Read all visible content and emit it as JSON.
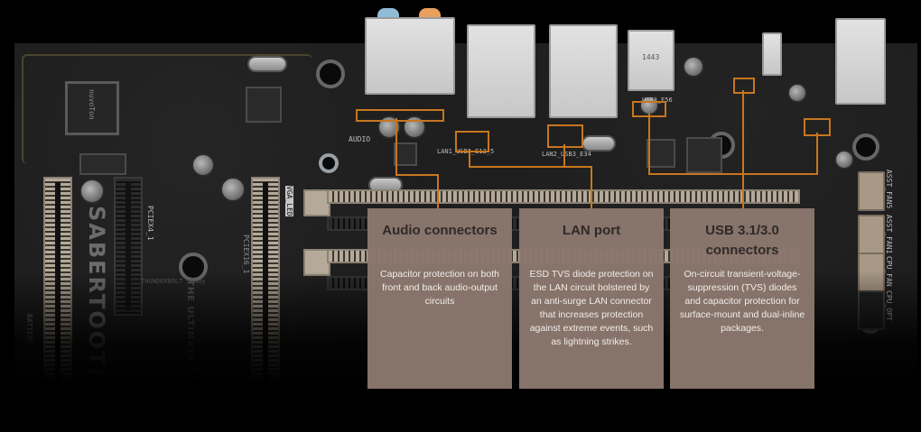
{
  "board": {
    "brand_text": "SABERTOOTH",
    "tagline": "THE ULTIMATE FORCE",
    "silkscreen": {
      "audio": "AUDIO",
      "lan1": "LAN1_USB3_E12_5",
      "lan2": "LAN2_USB3_E34",
      "usb3": "USB3_E56",
      "pcie_x4": "PCIEX4_1",
      "pcie_x16": "PCIEX16_1",
      "vga_led": "VGA_LED",
      "battery": "BATTERY",
      "usb_port_label": "1443",
      "fan_headers": [
        "ASST_FAN5",
        "ASST_FAN1",
        "CPU_FAN",
        "CPU_OPT"
      ],
      "chip_brand": "nuvoTon",
      "thunderbolt": "THUNDERBOLT ready"
    },
    "accent_color": "#c7761f"
  },
  "features": [
    {
      "title": "Audio connectors",
      "description": "Capacitor protection on both front and back audio-output circuits"
    },
    {
      "title": "LAN port",
      "description": "ESD TVS diode protection on the LAN circuit bolstered by an anti-surge LAN connector that increases protection against extreme events, such as lightning strikes."
    },
    {
      "title": "USB 3.1/3.0 connectors",
      "description": "On-circuit transient-voltage-suppression (TVS) diodes and capacitor protection for surface-mount and dual-inline packages."
    }
  ],
  "card_color": "#8a776d",
  "title_color": "#2f2a27"
}
